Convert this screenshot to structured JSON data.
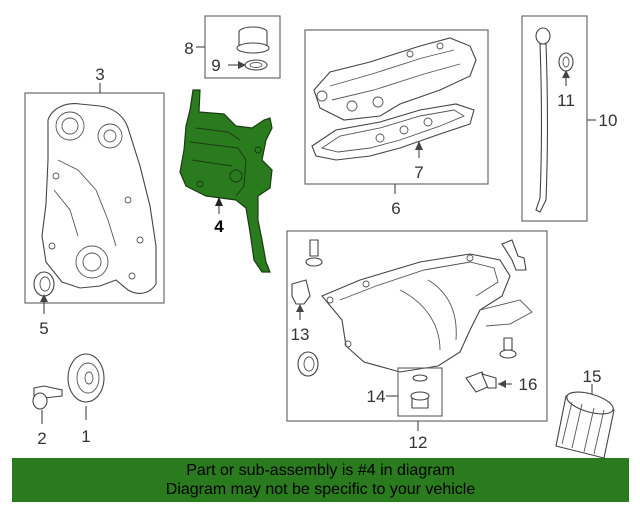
{
  "diagram": {
    "highlight_color": "#2a7a1e",
    "callouts": [
      {
        "id": "c1",
        "label": "1"
      },
      {
        "id": "c2",
        "label": "2"
      },
      {
        "id": "c3",
        "label": "3"
      },
      {
        "id": "c4",
        "label": "4",
        "highlighted": true
      },
      {
        "id": "c5",
        "label": "5"
      },
      {
        "id": "c6",
        "label": "6"
      },
      {
        "id": "c7",
        "label": "7"
      },
      {
        "id": "c8",
        "label": "8"
      },
      {
        "id": "c9",
        "label": "9"
      },
      {
        "id": "c10",
        "label": "10"
      },
      {
        "id": "c11",
        "label": "11"
      },
      {
        "id": "c12",
        "label": "12"
      },
      {
        "id": "c13",
        "label": "13"
      },
      {
        "id": "c14",
        "label": "14"
      },
      {
        "id": "c15",
        "label": "15"
      },
      {
        "id": "c16",
        "label": "16"
      }
    ]
  },
  "banner": {
    "line1": "Part or sub-assembly is #4 in diagram",
    "line2": "Diagram may not be specific to your vehicle",
    "background": "#2a7a1e"
  }
}
